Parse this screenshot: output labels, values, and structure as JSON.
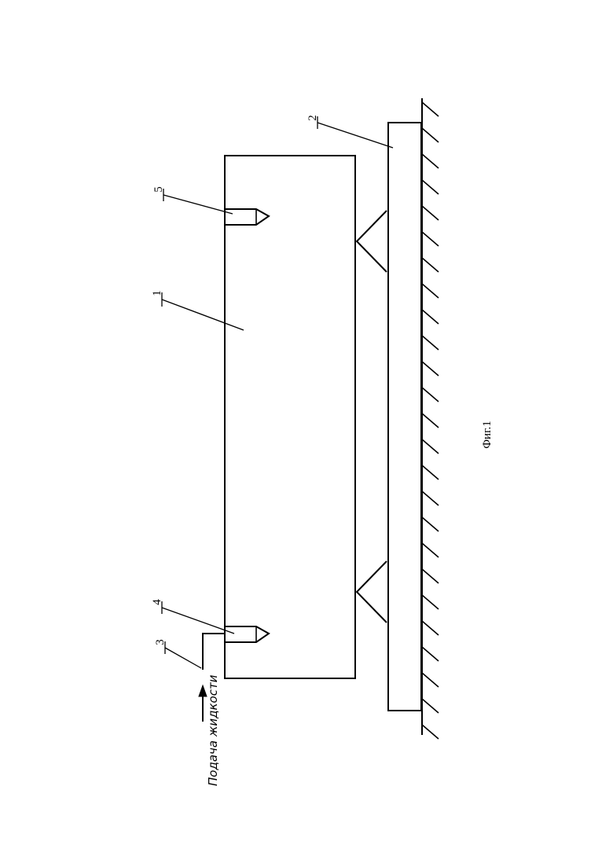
{
  "figure": {
    "caption": "Фиг.1",
    "feed_label": "Подача жидкости",
    "labels": {
      "part1": "1",
      "part2": "2",
      "part3": "3",
      "part4": "4",
      "part5": "5"
    }
  },
  "colors": {
    "ink": "#000000",
    "paper": "#ffffff"
  }
}
